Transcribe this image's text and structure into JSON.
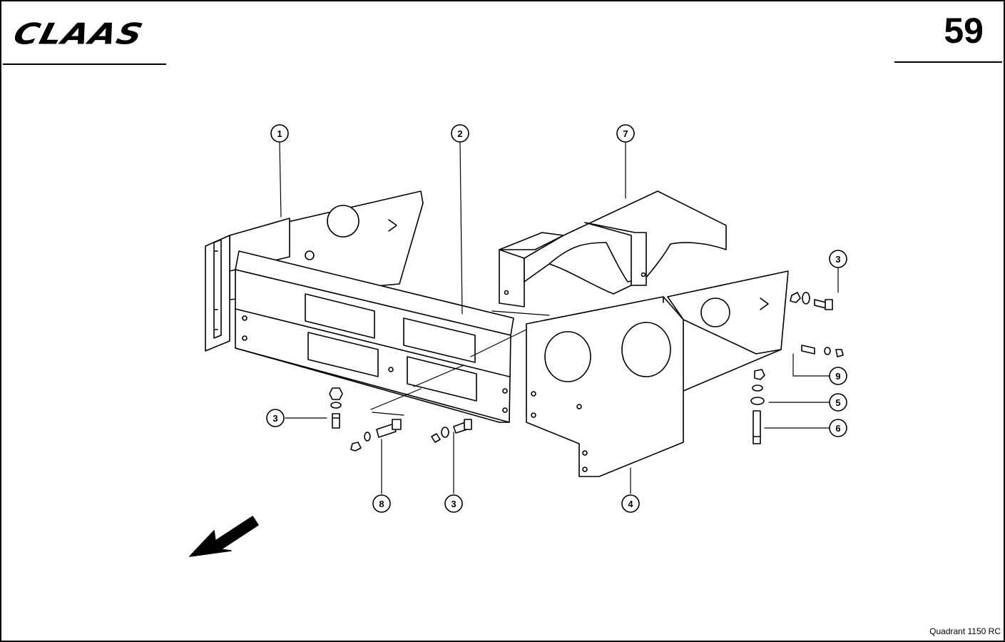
{
  "header": {
    "brand": "CLAAS",
    "page_number": "59"
  },
  "footer": {
    "model": "Quadrant 1150  RC"
  },
  "callouts": [
    {
      "id": "callout-1-top",
      "label": "1"
    },
    {
      "id": "callout-2-top",
      "label": "2"
    },
    {
      "id": "callout-7-top",
      "label": "7"
    },
    {
      "id": "callout-3-right",
      "label": "3"
    },
    {
      "id": "callout-9-right",
      "label": "9"
    },
    {
      "id": "callout-5-right",
      "label": "5"
    },
    {
      "id": "callout-6-right",
      "label": "6"
    },
    {
      "id": "callout-3-left",
      "label": "3"
    },
    {
      "id": "callout-8-bottom",
      "label": "8"
    },
    {
      "id": "callout-3-bottom",
      "label": "3"
    },
    {
      "id": "callout-4-bottom",
      "label": "4"
    }
  ]
}
